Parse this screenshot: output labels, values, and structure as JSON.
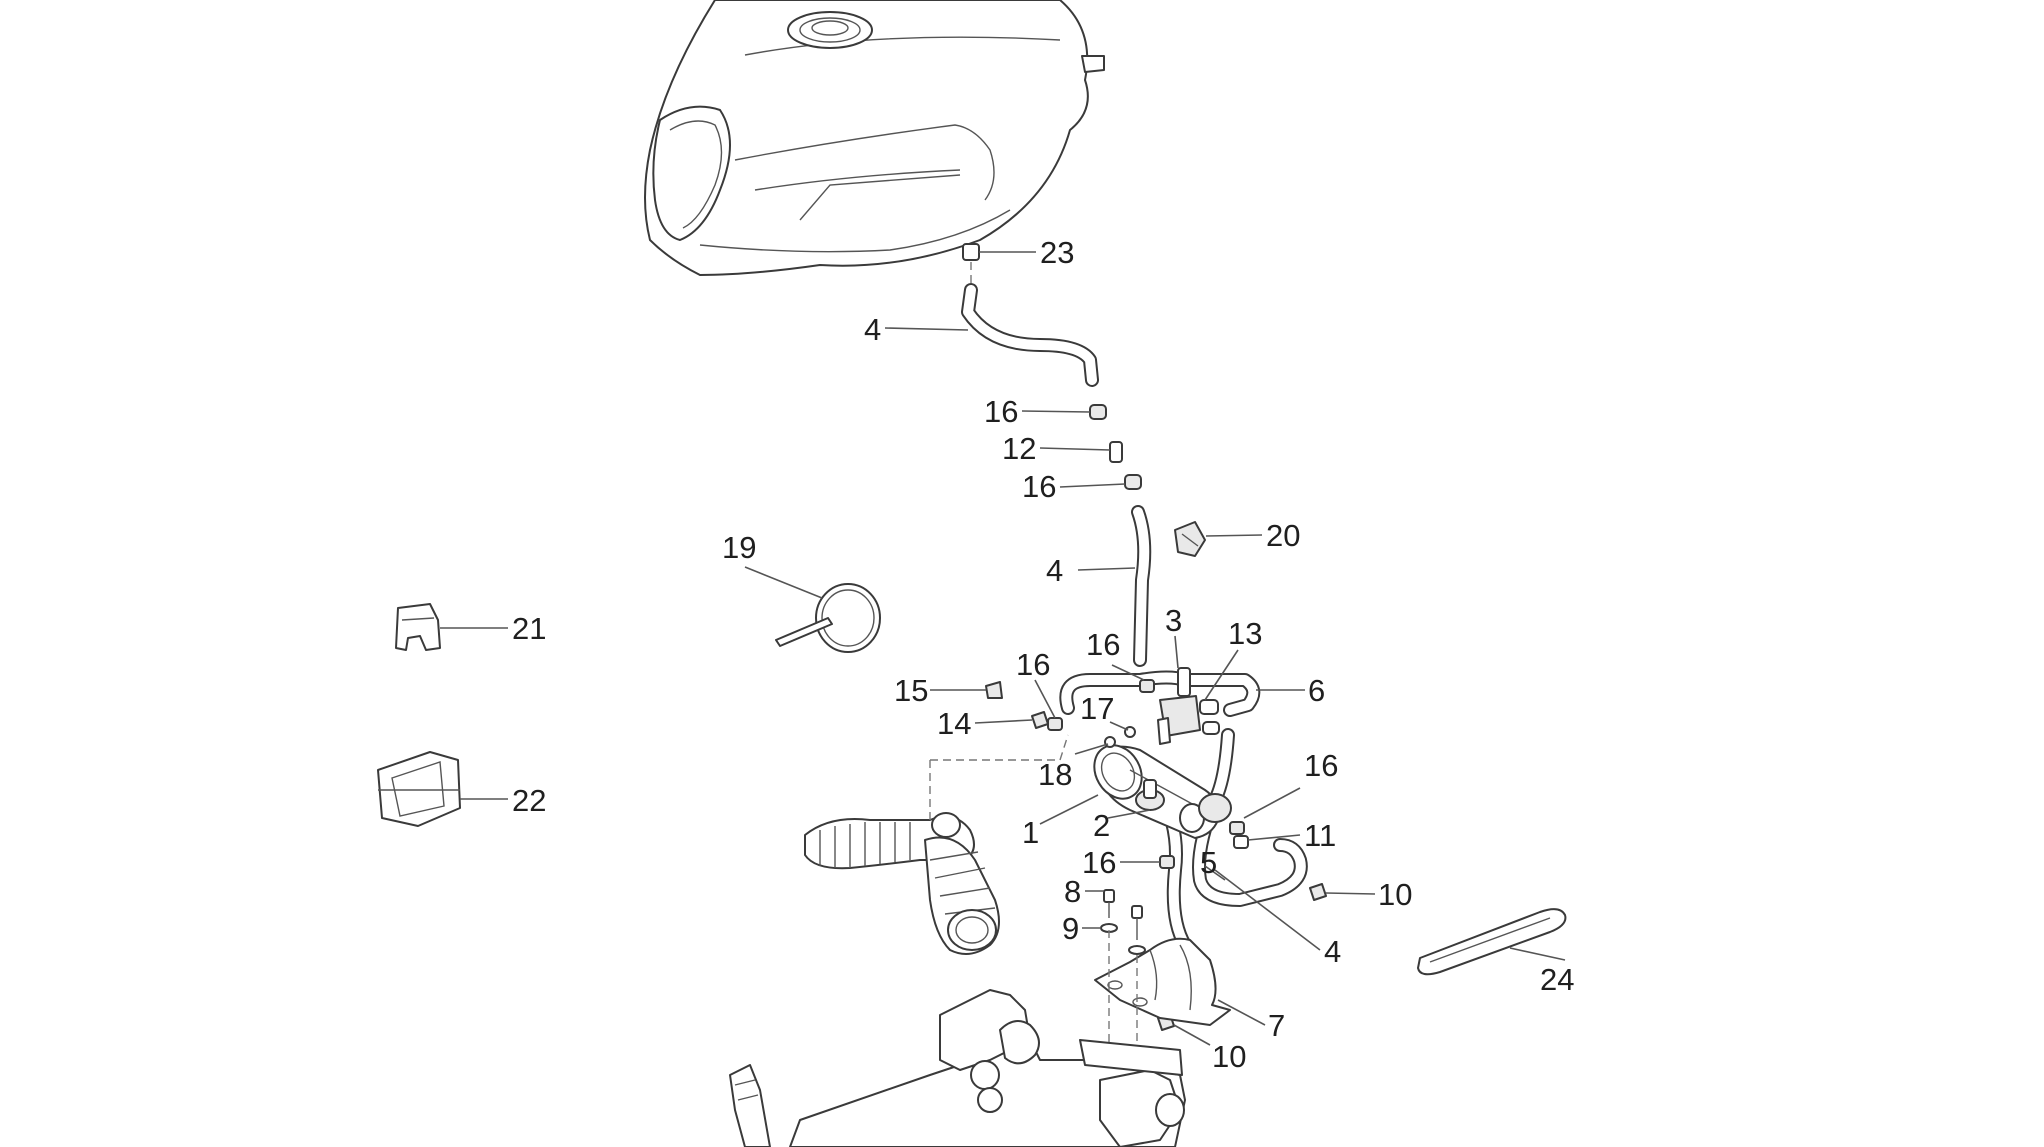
{
  "diagram": {
    "callouts": [
      {
        "id": "c23a",
        "label": "23"
      },
      {
        "id": "c4a",
        "label": "4"
      },
      {
        "id": "c16a",
        "label": "16"
      },
      {
        "id": "c12",
        "label": "12"
      },
      {
        "id": "c16b",
        "label": "16"
      },
      {
        "id": "c20",
        "label": "20"
      },
      {
        "id": "c19",
        "label": "19"
      },
      {
        "id": "c4b",
        "label": "4"
      },
      {
        "id": "c21",
        "label": "21"
      },
      {
        "id": "c3",
        "label": "3"
      },
      {
        "id": "c13",
        "label": "13"
      },
      {
        "id": "c16c",
        "label": "16"
      },
      {
        "id": "c16d",
        "label": "16"
      },
      {
        "id": "c6",
        "label": "6"
      },
      {
        "id": "c15",
        "label": "15"
      },
      {
        "id": "c14",
        "label": "14"
      },
      {
        "id": "c17",
        "label": "17"
      },
      {
        "id": "c18",
        "label": "18"
      },
      {
        "id": "c16e",
        "label": "16"
      },
      {
        "id": "c22",
        "label": "22"
      },
      {
        "id": "c1",
        "label": "1"
      },
      {
        "id": "c2",
        "label": "2"
      },
      {
        "id": "c11",
        "label": "11"
      },
      {
        "id": "c16f",
        "label": "16"
      },
      {
        "id": "c5",
        "label": "5"
      },
      {
        "id": "c8",
        "label": "8"
      },
      {
        "id": "c10a",
        "label": "10"
      },
      {
        "id": "c9",
        "label": "9"
      },
      {
        "id": "c4c",
        "label": "4"
      },
      {
        "id": "c24",
        "label": "24"
      },
      {
        "id": "c7",
        "label": "7"
      },
      {
        "id": "c10b",
        "label": "10"
      }
    ]
  }
}
